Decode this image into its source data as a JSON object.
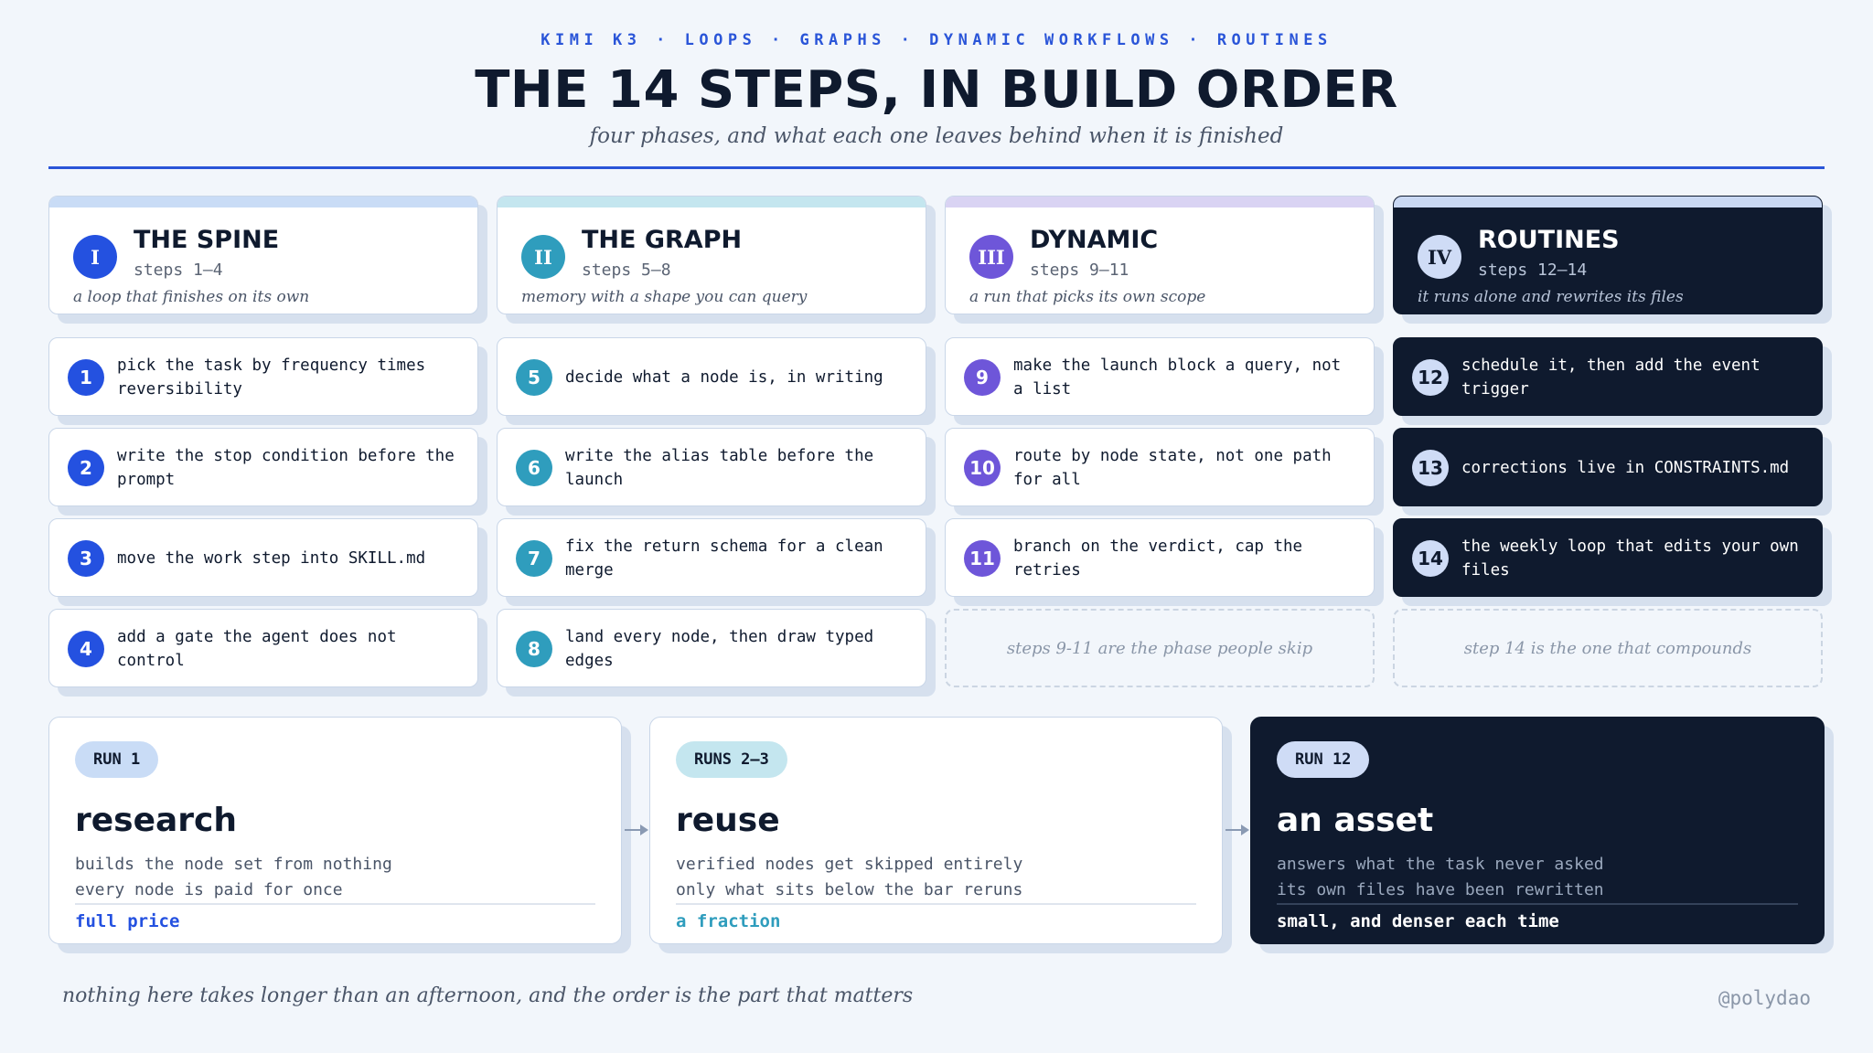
{
  "header": {
    "kicker": "KIMI K3 · LOOPS · GRAPHS · DYNAMIC WORKFLOWS · ROUTINES",
    "title": "THE 14 STEPS, IN BUILD ORDER",
    "subtitle": "four phases, and what each one leaves behind when it is finished"
  },
  "colors": {
    "spine": "#2451e0",
    "graph": "#2f9dbd",
    "dynamic": "#6e56d9",
    "routines": "#0f1a2e",
    "spine_bar": "#c9dcf6",
    "graph_bar": "#c4e6ef",
    "dynamic_bar": "#d9d3f3",
    "routines_bar": "#c9d8f3",
    "accent_blue": "#2451e0",
    "accent_teal": "#2f9dbd"
  },
  "phases": [
    {
      "numeral": "I",
      "name": "THE SPINE",
      "steps_label": "steps 1–4",
      "description": "a loop that finishes on its own",
      "steps": [
        {
          "num": "1",
          "text": "pick the task by frequency times reversibility"
        },
        {
          "num": "2",
          "text": "write the stop condition before the prompt"
        },
        {
          "num": "3",
          "text": "move the work step into SKILL.md"
        },
        {
          "num": "4",
          "text": "add a gate the agent does not control"
        }
      ]
    },
    {
      "numeral": "II",
      "name": "THE GRAPH",
      "steps_label": "steps 5–8",
      "description": "memory with a shape you can query",
      "steps": [
        {
          "num": "5",
          "text": "decide what a node is, in writing"
        },
        {
          "num": "6",
          "text": "write the alias table before the launch"
        },
        {
          "num": "7",
          "text": "fix the return schema for a clean merge"
        },
        {
          "num": "8",
          "text": "land every node, then draw typed edges"
        }
      ]
    },
    {
      "numeral": "III",
      "name": "DYNAMIC",
      "steps_label": "steps 9–11",
      "description": "a run that picks its own scope",
      "steps": [
        {
          "num": "9",
          "text": "make the launch block a query, not a list"
        },
        {
          "num": "10",
          "text": "route by node state, not one path for all"
        },
        {
          "num": "11",
          "text": "branch on the verdict, cap the retries"
        }
      ],
      "note": "steps 9-11 are the phase people skip"
    },
    {
      "numeral": "IV",
      "name": "ROUTINES",
      "steps_label": "steps 12–14",
      "description": "it runs alone and rewrites its files",
      "steps": [
        {
          "num": "12",
          "text": "schedule it, then add the event trigger"
        },
        {
          "num": "13",
          "text": "corrections live in CONSTRAINTS.md"
        },
        {
          "num": "14",
          "text": "the weekly loop that edits your own files"
        }
      ],
      "note": "step 14 is the one that compounds"
    }
  ],
  "runs": [
    {
      "badge": "RUN 1",
      "title": "research",
      "line1": "builds the node set from nothing",
      "line2": "every node is paid for once",
      "result": "full price"
    },
    {
      "badge": "RUNS 2–3",
      "title": "reuse",
      "line1": "verified nodes get skipped entirely",
      "line2": "only what sits below the bar reruns",
      "result": "a fraction"
    },
    {
      "badge": "RUN 12",
      "title": "an asset",
      "line1": "answers what the task never asked",
      "line2": "its own files have been rewritten",
      "result": "small, and denser each time"
    }
  ],
  "footer": {
    "note": "nothing here takes longer than an afternoon, and the order is the part that matters",
    "handle": "@polydao"
  }
}
